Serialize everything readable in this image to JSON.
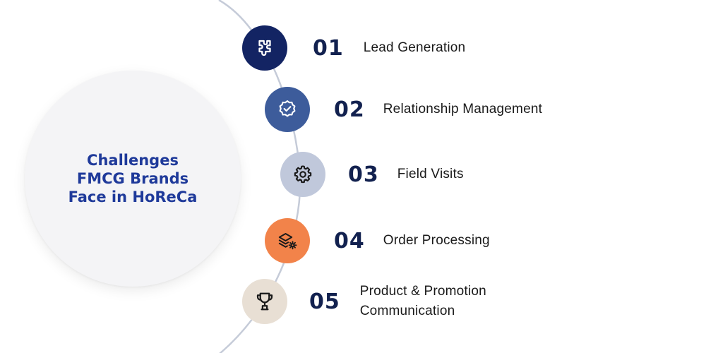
{
  "title": {
    "line1": "Challenges",
    "line2": "FMCG Brands",
    "line3": "Face in HoReCa"
  },
  "colors": {
    "title": "#1f3a9a",
    "number": "#12214f",
    "arc": "#c5cbd8"
  },
  "steps": [
    {
      "number": "01",
      "label": "Lead Generation",
      "icon": "puzzle-icon",
      "color": "#132463"
    },
    {
      "number": "02",
      "label": "Relationship Management",
      "icon": "badge-check-icon",
      "color": "#3d5c9b"
    },
    {
      "number": "03",
      "label": "Field Visits",
      "icon": "gear-icon",
      "color": "#c0c8db"
    },
    {
      "number": "04",
      "label": "Order Processing",
      "icon": "layers-gear-icon",
      "color": "#f2834a"
    },
    {
      "number": "05",
      "label_line1": "Product & Promotion",
      "label_line2": "Communication",
      "icon": "trophy-icon",
      "color": "#e8dfd4"
    }
  ]
}
